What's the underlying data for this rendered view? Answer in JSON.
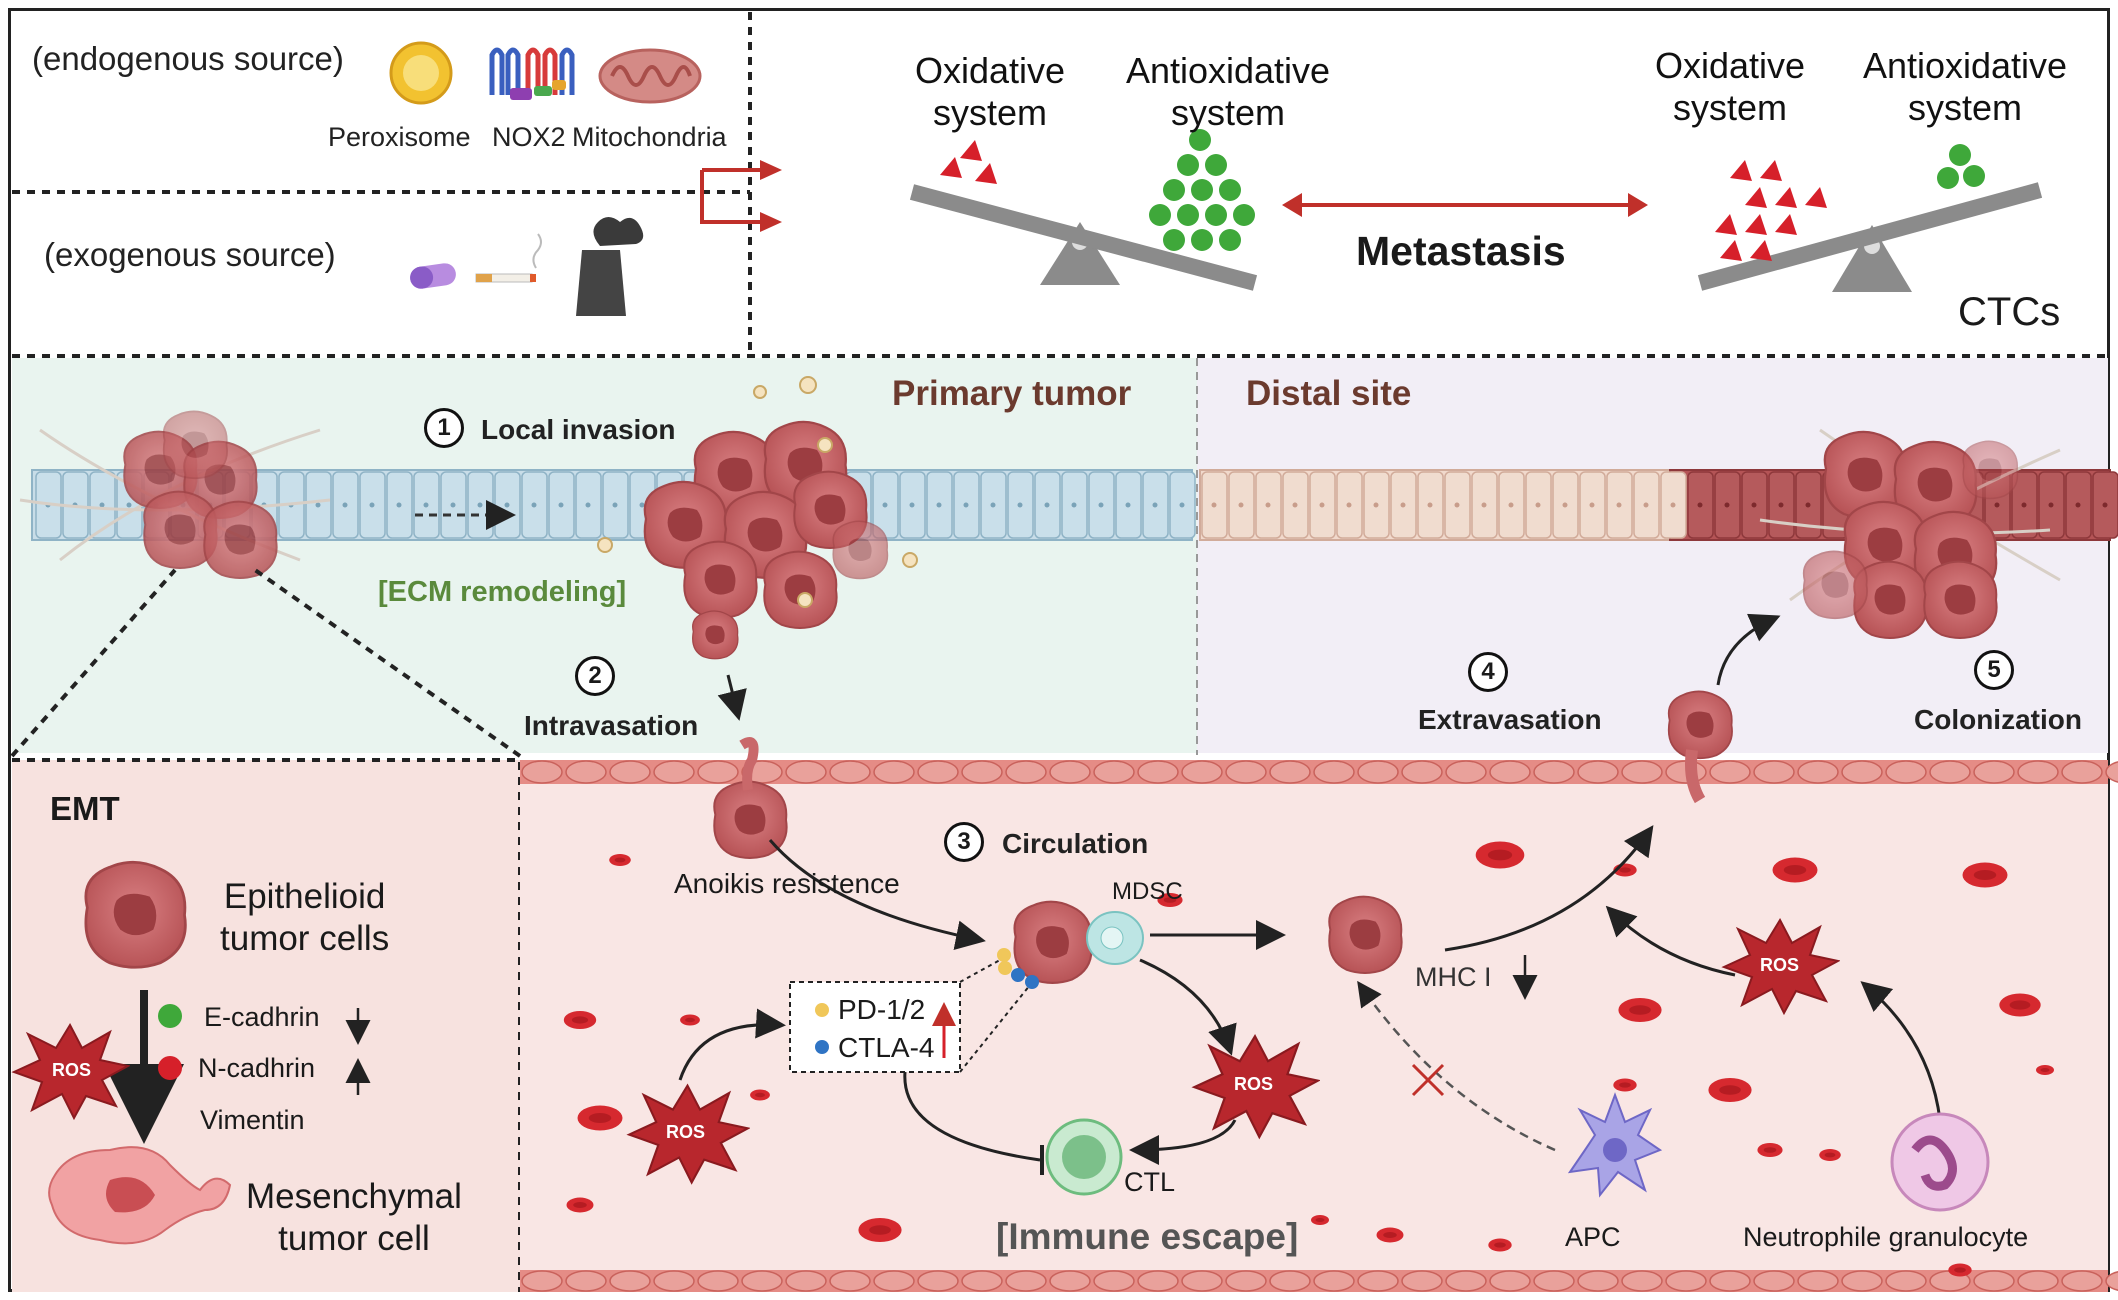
{
  "top_left": {
    "endogenous_label": "(endogenous source)",
    "exogenous_label": "(exogenous source)",
    "sources": [
      "Peroxisome",
      "NOX2",
      "Mitochondria"
    ]
  },
  "balance": {
    "left": {
      "oxidative": "Oxidative\nsystem",
      "antioxidative": "Antioxidative\nsystem"
    },
    "right": {
      "oxidative": "Oxidative\nsystem",
      "antioxidative": "Antioxidative\nsystem"
    },
    "center_label": "Metastasis",
    "ctc_label": "CTCs"
  },
  "regions": {
    "primary": "Primary tumor",
    "distal": "Distal site"
  },
  "steps": [
    {
      "num": "1",
      "label": "Local invasion"
    },
    {
      "num": "2",
      "label": "Intravasation"
    },
    {
      "num": "3",
      "label": "Circulation"
    },
    {
      "num": "4",
      "label": "Extravasation"
    },
    {
      "num": "5",
      "label": "Colonization"
    }
  ],
  "ecm_label": "[ECM remodeling]",
  "emt": {
    "title": "EMT",
    "epithelioid": "Epithelioid\ntumor cells",
    "mesenchymal": "Mesenchymal\ntumor cell",
    "markers": [
      "E-cadhrin",
      "N-cadhrin",
      "Vimentin"
    ],
    "ros": "ROS"
  },
  "circulation": {
    "anoikis": "Anoikis resistence",
    "mdsc": "MDSC",
    "pd": "PD-1/2",
    "ctla": "CTLA-4",
    "ctl": "CTL",
    "mhc": "MHC I",
    "apc": "APC",
    "neutrophil": "Neutrophile granulocyte",
    "immune_escape": "[Immune escape]",
    "ros": "ROS"
  },
  "colors": {
    "ros": "#b8272d",
    "tumor": "#c9686a",
    "arrow_red": "#c0302a",
    "primary_bg": "#e9f4ef",
    "distal_bg": "#f2eef6",
    "vessel_bg": "#f9e6e4",
    "emt_bg": "#f7e2df"
  }
}
